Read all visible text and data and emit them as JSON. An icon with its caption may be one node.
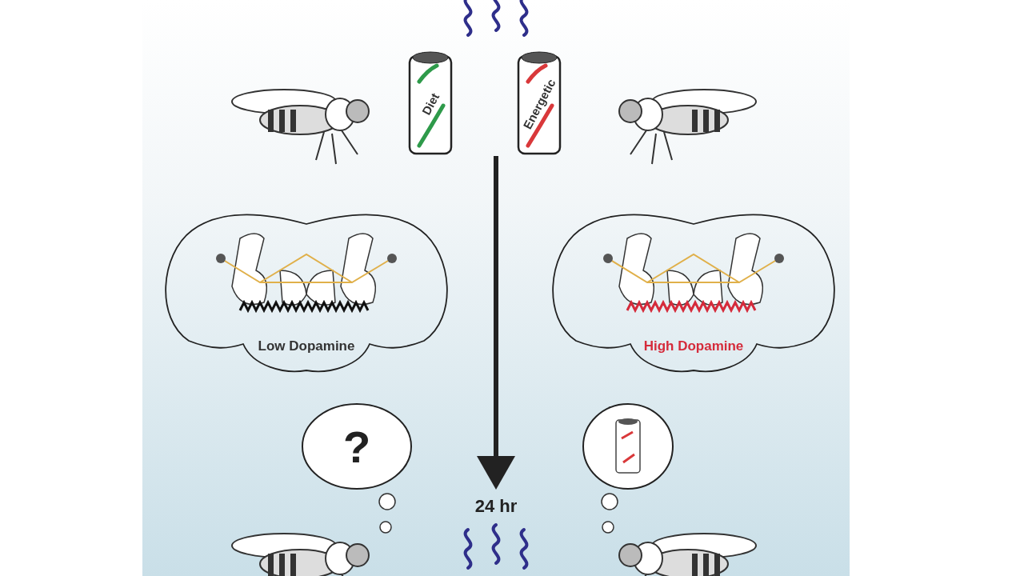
{
  "diagram": {
    "nodes": [
      {
        "text": [
          "Diet"
        ]
      },
      {
        "text": [
          "Energetic"
        ]
      },
      {
        "text": [
          "Low Dopamine"
        ]
      },
      {
        "text": [
          "High Dopamine"
        ]
      },
      {
        "text": [
          "?"
        ]
      },
      {
        "text": [],
        "shape": "circle"
      }
    ],
    "labels": [
      "24 hr"
    ]
  }
}
